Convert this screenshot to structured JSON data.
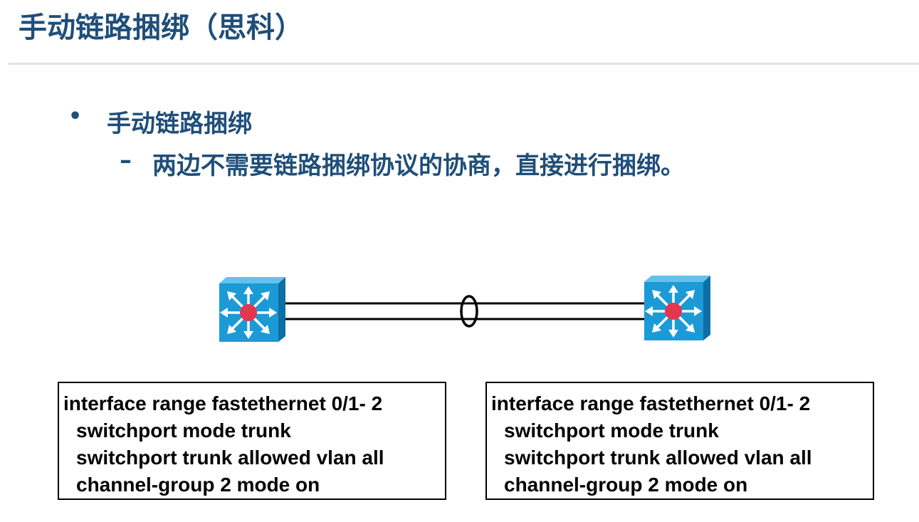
{
  "slide": {
    "title": "手动链路捆绑（思科）",
    "bullet": {
      "symbol": "•",
      "text": "手动链路捆绑"
    },
    "sub_bullet": {
      "symbol": "–",
      "text": "两边不需要链路捆绑协议的协商，直接进行捆绑。"
    }
  },
  "diagram": {
    "switch_icon": "layer3-switch-icon",
    "colors": {
      "switch_face": "#1b9ad6",
      "switch_side": "#0d6fa3",
      "switch_top": "#63c2ec",
      "center_dot": "#e3364f",
      "link": "#000000"
    }
  },
  "config_left": {
    "lines": [
      "interface range fastethernet 0/1- 2",
      "switchport mode trunk",
      "switchport trunk allowed vlan all",
      "channel-group 2 mode on"
    ]
  },
  "config_right": {
    "lines": [
      "interface range fastethernet 0/1- 2",
      "switchport mode trunk",
      "switchport trunk allowed vlan all",
      "channel-group 2 mode on"
    ]
  },
  "theme": {
    "heading_color": "#1f4e79"
  }
}
